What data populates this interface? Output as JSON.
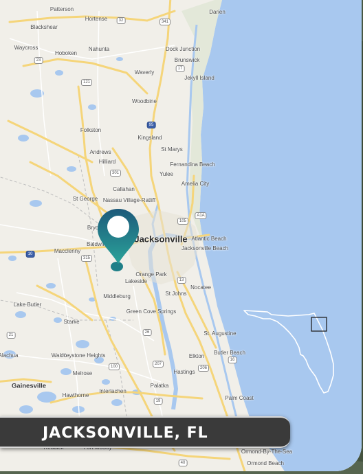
{
  "title": "JACKSONVILLE, FL",
  "pin_color": "#1a6f8a",
  "colors": {
    "ocean": "#a8c8ef",
    "land": "#f1efe9",
    "highway": "#f5d57a",
    "lake": "#a8c8ef",
    "inset_outline": "#ffffff"
  },
  "cities_major": [
    {
      "name": "Jacksonville"
    },
    {
      "name": "Gainesville"
    }
  ],
  "labels": [
    "Patterson",
    "Darien",
    "Hortense",
    "Blackshear",
    "Waycross",
    "Hoboken",
    "Nahunta",
    "Dock Junction",
    "Brunswick",
    "Waverly",
    "Jekyll Island",
    "Woodbine",
    "Folkston",
    "Kingsland",
    "St Marys",
    "Andrews",
    "Hilliard",
    "Fernandina Beach",
    "Yulee",
    "Amelia City",
    "Callahan",
    "St George",
    "Nassau Village-Ratliff",
    "Bryceville",
    "Baldwin",
    "Macclenny",
    "Atlantic Beach",
    "Jacksonville Beach",
    "Orange Park",
    "Lakeside",
    "Nocatee",
    "Middleburg",
    "St Johns",
    "Lake Butler",
    "Green Cove Springs",
    "Starke",
    "St. Augustine",
    "Keystone Heights",
    "Waldo",
    "Alachua",
    "Elkton",
    "Butler Beach",
    "Melrose",
    "Hastings",
    "Interlachen",
    "Hawthorne",
    "Palatka",
    "Palm Coast",
    "Ormond-By-The-Sea",
    "Ormond Beach",
    "Reddick",
    "Fort McCoy"
  ],
  "route_shields": [
    "32",
    "341",
    "23",
    "17",
    "121",
    "95",
    "301",
    "10",
    "A1A",
    "105",
    "21",
    "100",
    "26",
    "19",
    "40",
    "206",
    "207",
    "315",
    "16",
    "13"
  ]
}
